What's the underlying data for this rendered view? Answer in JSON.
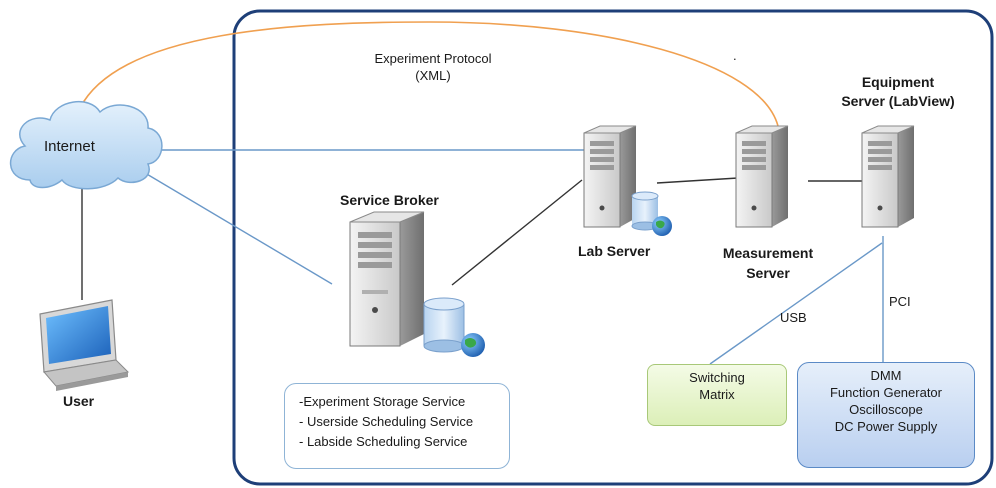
{
  "protocol": {
    "line1": "Experiment Protocol",
    "line2": "(XML)"
  },
  "dot": ".",
  "internet": {
    "label": "Internet"
  },
  "user": {
    "label": "User"
  },
  "service_broker": {
    "label": "Service Broker",
    "services": [
      "-Experiment Storage Service",
      "- Userside Scheduling Service",
      "- Labside Scheduling Service"
    ]
  },
  "lab_server": {
    "label": "Lab Server"
  },
  "measurement_server": {
    "line1": "Measurement",
    "line2": "Server"
  },
  "equipment_server": {
    "line1": "Equipment",
    "line2": "Server (LabView)"
  },
  "connections": {
    "usb": "USB",
    "pci": "PCI"
  },
  "switching_matrix": {
    "line1": "Switching",
    "line2": "Matrix"
  },
  "instruments": [
    "DMM",
    "Function Generator",
    "Oscilloscope",
    "DC Power Supply"
  ],
  "colors": {
    "frame": "#1e3f78",
    "link": "#6a98c8",
    "dark_link": "#333333",
    "protocol_arc": "#f0a050"
  },
  "icons": {
    "cloud": "cloud-icon",
    "laptop": "laptop-icon",
    "server": "server-tower-icon",
    "database": "database-icon",
    "globe": "globe-icon"
  }
}
